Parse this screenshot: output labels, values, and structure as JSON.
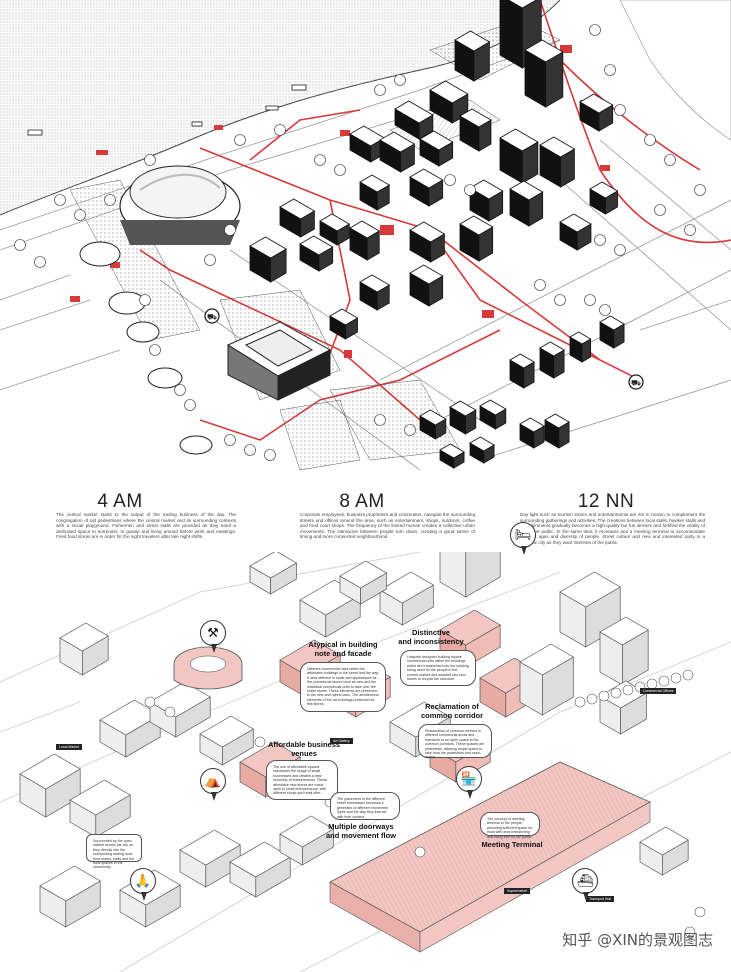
{
  "top_panel": {
    "icons": [
      "bus-stop-icon",
      "bus-stop-icon"
    ]
  },
  "timeline": [
    {
      "time": "4 AM",
      "text": "The central market starts to the output of the trading business of the day. The congregation of old pedestrians where the central market and its surrounding contexts with a social playground. Fishermen and street stalls are provided as they need a dedicated space to surrender, to gossip and living around before work and meetings. Fried food stores are in order for the night travelers after late night shifts."
    },
    {
      "time": "8 AM",
      "text": "Corporate employees, business proprietors and commuters, navigate the surrounding streets and offices around the area, such as entertainment, shops, outdoors, coffee and food court shops. The frequency of the limited human creates a collective urban movements. The intimacies between people turn down, creating a good sense of timing and more connected neighbourhood."
    },
    {
      "time": "12 NN",
      "text": "Day light such as tourism stores and entertainments are set in motion to complement the surrounding gatherings and activities. The creations between local stalls, hawker stalls and entertainments gradually becomes a high-quality but fun dinners and fortified the vitality of the street public. In the same time, it recreates and a meeting terminal to accommodate different ages and diversity of people. Street culture and new and interested party in a dynamic city as they want interests of the public."
    }
  ],
  "annotations": [
    {
      "title": "Atypical in building\nnote and facade",
      "body": "Different commercial uses within the affordable buildings in the street and the way it uses different in scale and appearance for the commercial stores such as new and the individual commercial units to take over the entire stores. These elements are preserved to the new and hybrid uses. The architectural elements of the old buildings preserved for this stores."
    },
    {
      "title": "Distinctive\nand inconsistency",
      "body": "Uniquely designed building façade commercial units within the buildings which are transformed into the building being used for the people in the current market and adopted into new stores to recycle the structure."
    },
    {
      "title": "Reclamation of\ncommon corridor",
      "body": "Reclamation of common corridor in different commercial areas and transform to an open space in the common corridors. These spaces are pedestrian, allowing ample space to take from the pedestrian and open-space."
    },
    {
      "title": "Affordable business\nvenues",
      "body": "The use of affordable spaces maximizes the usage of small businesses and creates a new economy of entrepreneurs. These affordable new stores are made open to small entrepreneurs, with different shops and retail offer."
    },
    {
      "title": "Multiple doorways\nand movement flow",
      "body": "The placement of the different street businesses becomes a generator of different movement types and the way they interact with their context."
    },
    {
      "title": "Meeting Terminal",
      "body": "The concept of meeting terminal to the people, providing sufficient space for most with area intersecting and fitting tree for the public."
    }
  ],
  "small_notes": [
    "Surrounded by the open market across the city as they directly into the surrounding trading zone from stores, stalls and the local spaces in the community."
  ],
  "small_tags": [
    "Commercial Offices",
    "Art Gallery",
    "Local Market",
    "Supermarket",
    "Transport Hub"
  ],
  "pin_icons": [
    "hotel-icon",
    "worker-icon",
    "market-stall-icon",
    "storefront-icon",
    "prayer-icon",
    "ferry-icon"
  ],
  "watermark": "知乎 @XIN的景观图志",
  "colors": {
    "accent": "#d63a3a",
    "pink": "#f2c6c2",
    "water": "#e9e9e9",
    "ink": "#111111"
  }
}
